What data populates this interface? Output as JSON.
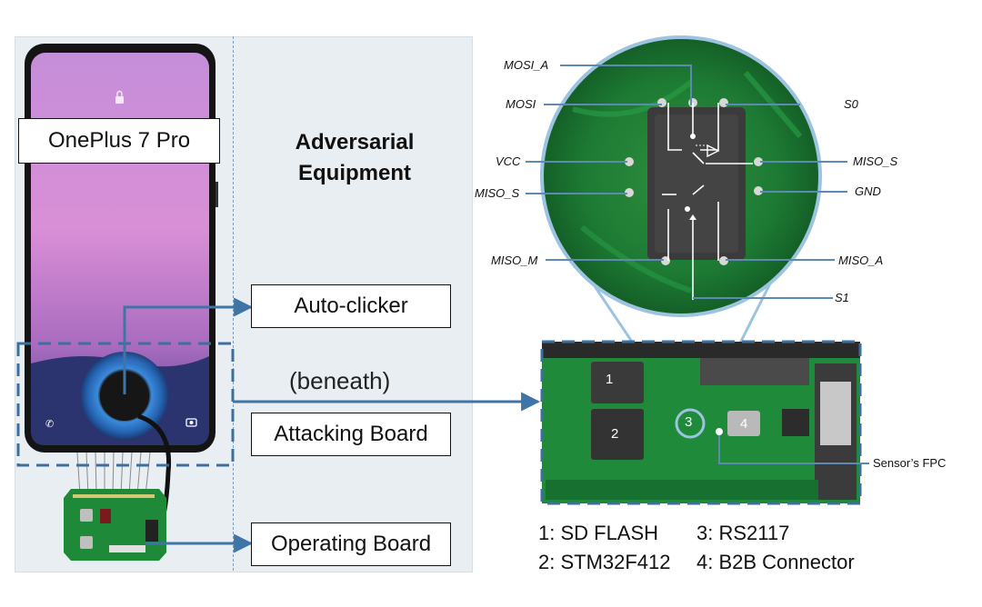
{
  "phone": {
    "label": "OnePlus 7 Pro"
  },
  "equipment": {
    "title": "Adversarial Equipment"
  },
  "labels": {
    "auto_clicker": "Auto-clicker",
    "attacking_board": "Attacking Board",
    "operating_board": "Operating Board",
    "beneath": "(beneath)"
  },
  "pins": {
    "mosi_a": "MOSI_A",
    "mosi": "MOSI",
    "s0": "S0",
    "vcc": "VCC",
    "miso_s_right": "MISO_S",
    "miso_s_left": "MISO_S",
    "gnd": "GND",
    "miso_m": "MISO_M",
    "miso_a": "MISO_A",
    "s1": "S1"
  },
  "board": {
    "markers": [
      "1",
      "2",
      "3",
      "4"
    ],
    "fpc_label": "Sensor’s FPC"
  },
  "legend": {
    "item1": "1: SD FLASH",
    "item2": "2: STM32F412",
    "item3": "3: RS2117",
    "item4": "4: B2B Connector"
  },
  "colors": {
    "arrow": "#3f74a6",
    "dash_border": "#3d6f9e",
    "pcb_green": "#1f8a3a"
  }
}
